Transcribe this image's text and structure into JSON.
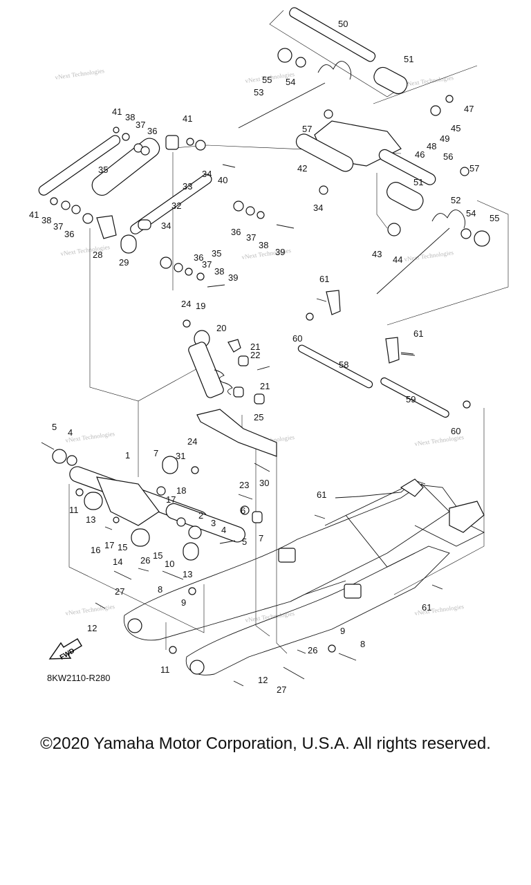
{
  "diagram": {
    "drawing_code": "8KW2110-R280",
    "direction_label": "FWD",
    "watermark_text": "vNext Technologies",
    "callouts": [
      "1",
      "2",
      "3",
      "4",
      "5",
      "6",
      "7",
      "8",
      "9",
      "10",
      "11",
      "12",
      "13",
      "14",
      "15",
      "16",
      "17",
      "18",
      "19",
      "20",
      "21",
      "22",
      "23",
      "24",
      "25",
      "26",
      "27",
      "28",
      "29",
      "30",
      "31",
      "32",
      "33",
      "34",
      "35",
      "36",
      "37",
      "38",
      "39",
      "40",
      "41",
      "42",
      "43",
      "44",
      "45",
      "46",
      "47",
      "48",
      "49",
      "50",
      "51",
      "52",
      "53",
      "54",
      "55",
      "56",
      "57",
      "58",
      "59",
      "60",
      "61"
    ]
  },
  "footer": {
    "copyright": "©2020 Yamaha Motor Corporation, U.S.A. All rights reserved."
  }
}
